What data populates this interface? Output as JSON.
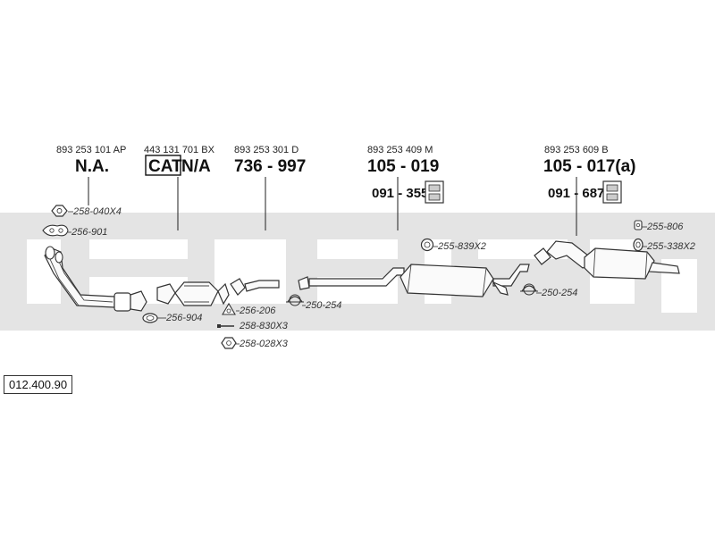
{
  "colors": {
    "background": "#ffffff",
    "band": "#e2e2e2",
    "line": "#333333",
    "text": "#111111"
  },
  "reference": "012.400.90",
  "groups": [
    {
      "oe": "893 253 101 AP",
      "label": "N.A."
    },
    {
      "oe": "443 131 701 BX",
      "cat": "CAT",
      "label": "N/A"
    },
    {
      "oe": "893 253 301 D",
      "label": "736 - 997"
    },
    {
      "oe": "893 253 409 M",
      "label": "105 - 019",
      "sub": "091 - 355"
    },
    {
      "oe": "893 253 609 B",
      "label": "105 - 017(a)",
      "sub": "091 - 687"
    }
  ],
  "parts": {
    "p1": "258-040X4",
    "p2": "256-901",
    "p3": "256-904",
    "p4": "256-206",
    "p5": "250-254",
    "p6": "258-830X3",
    "p7": "258-028X3",
    "p8": "255-839X2",
    "p9": "250-254",
    "p10": "255-806",
    "p11": "255-338X2"
  }
}
